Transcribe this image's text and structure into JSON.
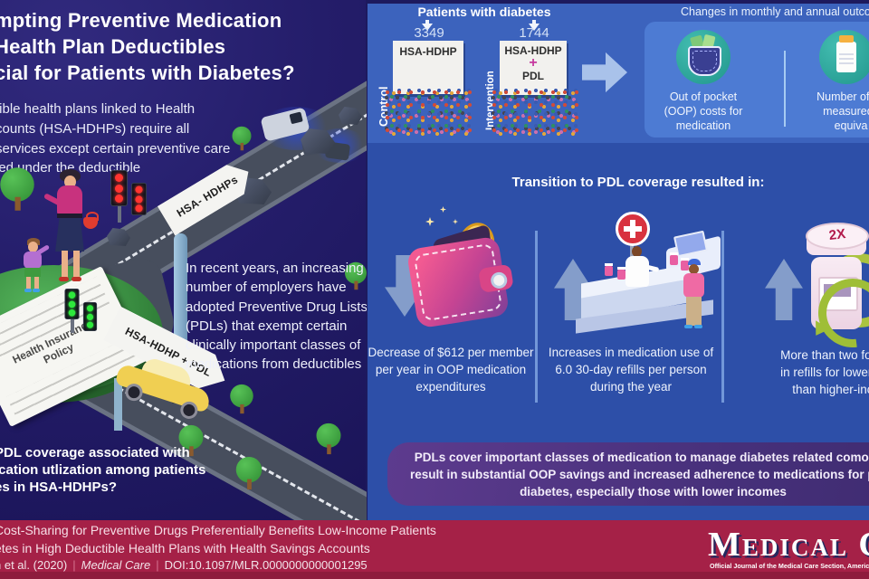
{
  "colors": {
    "left_bg": "#211b63",
    "right_top_bg": "#3c63bd",
    "right_mid_bg": "#2d4fa8",
    "outcomes_panel_bg": "#4d7bd3",
    "teal_icon": "#2ea79c",
    "accent_magenta": "#c6399f",
    "conclusion_purple": "#4e3180",
    "footer_red": "#a52147",
    "arrow_periwinkle": "#a9c2ea"
  },
  "left_panel": {
    "title_lines": [
      "mpting Preventive Medication",
      "Health Plan Deductibles",
      "cial for Patients with Diabetes?"
    ],
    "intro_lines": [
      "tible health plans linked to Health",
      "counts (HSA-HDHPs) require all",
      "services except certain preventive care",
      "led under the deductible"
    ],
    "pdl_paragraph": "In recent years, an increasing number of employers have adopted Preventive Drug Lists (PDLs) that exempt certain clinically important classes of medications from deductibles",
    "question_lines": [
      "PDL coverage associated with",
      "ication utlization among patients",
      "es in HSA-HDHPs?"
    ],
    "sign_top": "HSA- HDHPs",
    "sign_bottom": "HSA-HDHP + PDL",
    "policy_doc_label": "Health Insurance Policy"
  },
  "study_groups": {
    "heading": "Patients with diabetes",
    "control": {
      "label": "Control",
      "count": "3349",
      "card": "HSA-HDHP"
    },
    "intervention": {
      "label": "Intervention",
      "count": "1744",
      "card_top": "HSA-HDHP",
      "plus": "+",
      "card_bottom": "PDL"
    }
  },
  "outcomes": {
    "heading": "Changes in monthly and annual outco",
    "item1": {
      "icon": "pocket-money-icon",
      "lines": [
        "Out of pocket",
        "(OOP) costs for",
        "medication"
      ]
    },
    "item2": {
      "icon": "rx-bottle-icon",
      "lines": [
        "Number of ph",
        "measured i",
        "equiva"
      ]
    }
  },
  "results": {
    "heading": "Transition to PDL coverage resulted in:",
    "col1": {
      "direction": "down",
      "icon": "wallet-coin-icon",
      "text": "Decrease of $612 per member per year in OOP medication expenditures"
    },
    "col2": {
      "direction": "up",
      "icon": "pharmacy-counter-icon",
      "text": "Increases in medication use of 6.0 30-day refills per person during the year"
    },
    "col3": {
      "direction": "up",
      "icon": "pill-bottle-2x-icon",
      "badge": "2X",
      "text_lines": [
        "More than two fold grea",
        "in refills for lower-incom",
        "than higher-income"
      ]
    }
  },
  "conclusion": {
    "lines": [
      "PDLs cover important classes of medication to manage diabetes related comorbid",
      "result in substantial OOP savings and increased adherence to medications for patie",
      "diabetes, especially those with lower incomes"
    ]
  },
  "footer": {
    "title_line1": "Cost-Sharing for Preventive Drugs Preferentially Benefits Low-Income Patients",
    "title_line2": "etes in High Deductible Health Plans with Health Savings Accounts",
    "citation_prefix": "n et al. (2020)",
    "separator": "|",
    "journal": "Medical Care",
    "doi": "DOI:10.1097/MLR.0000000000001295",
    "logo": "Medical C",
    "logo_sub": "Official Journal of the Medical Care Section, American Pu"
  }
}
